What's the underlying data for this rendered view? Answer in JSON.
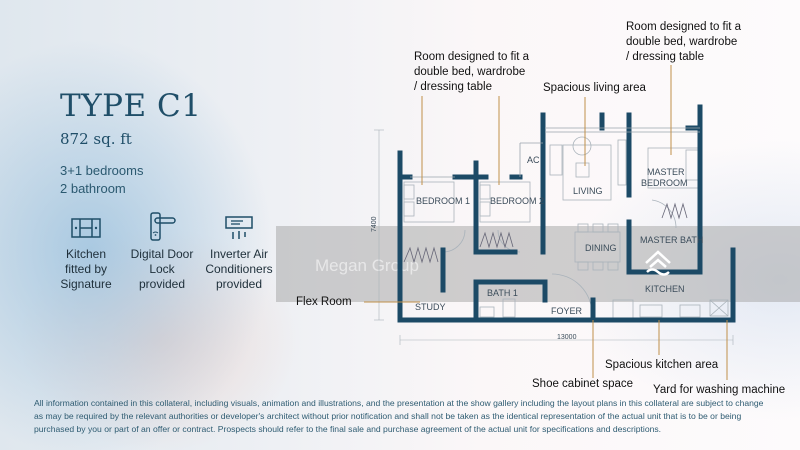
{
  "unit": {
    "title": "TYPE C1",
    "size": "872 sq. ft",
    "bedrooms": "3+1 bedrooms",
    "bathrooms": "2 bathroom"
  },
  "features": [
    {
      "icon": "kitchen-cabinet-icon",
      "lines": [
        "Kitchen",
        "fitted by",
        "Signature"
      ]
    },
    {
      "icon": "digital-door-lock-icon",
      "lines": [
        "Digital Door",
        "Lock",
        "provided"
      ]
    },
    {
      "icon": "air-conditioner-icon",
      "lines": [
        "Inverter Air",
        "Conditioners",
        "provided"
      ]
    }
  ],
  "rooms": {
    "bedroom1": "BEDROOM 1",
    "bedroom2": "BEDROOM 2",
    "ac": "AC",
    "living": "LIVING",
    "master1": "MASTER",
    "master2": "BEDROOM",
    "dining": "DINING",
    "master_bath": "MASTER BATH",
    "kitchen": "KITCHEN",
    "bath1": "BATH 1",
    "study": "STUDY",
    "foyer": "FOYER"
  },
  "dimensions": {
    "width": "13000",
    "depth": "7400"
  },
  "annotations": {
    "bedrooms_left": [
      "Room designed to fit a",
      "double bed, wardrobe",
      "/ dressing table"
    ],
    "master": [
      "Room designed to fit a",
      "double bed, wardrobe",
      "/ dressing table"
    ],
    "living": "Spacious living area",
    "flex": "Flex Room",
    "kitchen": "Spacious kitchen area",
    "shoe": "Shoe cabinet space",
    "yard": "Yard for washing machine"
  },
  "watermark": "Megan Group",
  "disclaimer": "All information contained in this collateral, including visuals, animation and illustrations, and the presentation at the show gallery including the layout plans in this collateral are subject to change as may be required by the relevant authorities or developer's architect without prior notification and shall not be taken as the identical representation of the actual unit that is to be or being purchased by you or part of an offer or contract. Prospects should refer to the final sale and purchase agreement of the actual unit for specifications and descriptions.",
  "colors": {
    "wall": "#1c4a66",
    "leader": "#c0904a",
    "title": "#1f4e68"
  }
}
